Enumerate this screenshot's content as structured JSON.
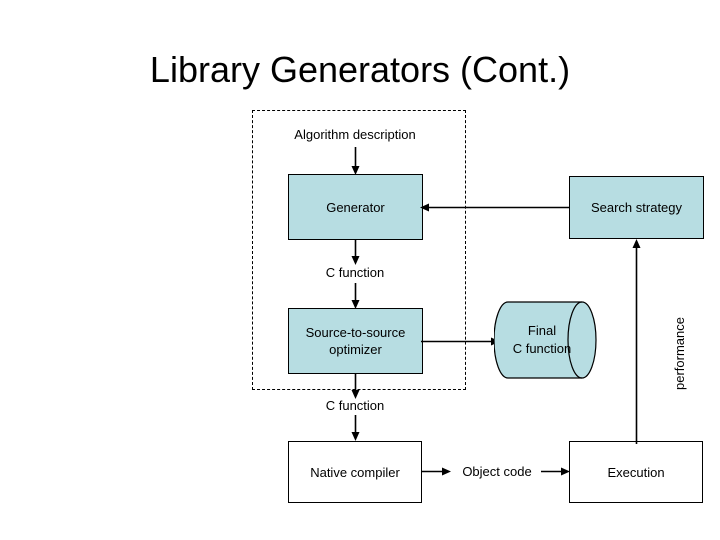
{
  "slide": {
    "title": "Library Generators (Cont.)",
    "background_color": "#ffffff"
  },
  "colors": {
    "node_fill": "#b7dde2",
    "node_stroke": "#000000",
    "plain_fill": "#ffffff",
    "text": "#000000"
  },
  "diagram": {
    "frame": {
      "name": "library-generator-boundary",
      "style": "dashed"
    },
    "nodes": [
      {
        "id": "generator",
        "label": "Generator",
        "shape": "rect",
        "fill": "filled"
      },
      {
        "id": "search-strategy",
        "label": "Search strategy",
        "shape": "rect",
        "fill": "filled"
      },
      {
        "id": "optimizer",
        "label_line1": "Source-to-source",
        "label_line2": "optimizer",
        "shape": "rect",
        "fill": "filled"
      },
      {
        "id": "final-c-function",
        "label_line1": "Final",
        "label_line2": "C function",
        "shape": "cylinder",
        "fill": "filled"
      },
      {
        "id": "native-compiler",
        "label": "Native compiler",
        "shape": "rect",
        "fill": "plain"
      },
      {
        "id": "execution",
        "label": "Execution",
        "shape": "rect",
        "fill": "plain"
      }
    ],
    "labels": {
      "algorithm_description": "Algorithm description",
      "c_function_top": "C function",
      "c_function_bottom": "C function",
      "object_code": "Object code",
      "performance": "performance"
    }
  }
}
